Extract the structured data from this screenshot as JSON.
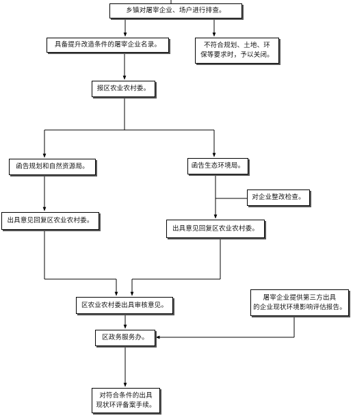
{
  "nodes": {
    "town_screening": "乡镇对屠宰企业、场户进行排查。",
    "list_eligible": "具备提升改造条件的屠宰企业名录。",
    "close_noncompliant": [
      "不符合规划、土地、环",
      "保等要求时，予以关闭。"
    ],
    "report_district_agri": "报区农业农村委。",
    "letter_planning": "函告规划和自然资源局。",
    "letter_ecology": "函告生态环境局。",
    "rectify_inspect": "对企业整改检查。",
    "reply_left": "出具意见回复区农业农村委。",
    "reply_right": "出具意见回复区农业农村委。",
    "district_review": "区农业农村委出具审核意见。",
    "third_party_report": [
      "屠宰企业提供第三方出具",
      "的企业现状环境影响评估报告。"
    ],
    "service_office": "区政务服务办。",
    "filing": [
      "对符合条件的出具",
      "现状环评备案手续。"
    ]
  }
}
